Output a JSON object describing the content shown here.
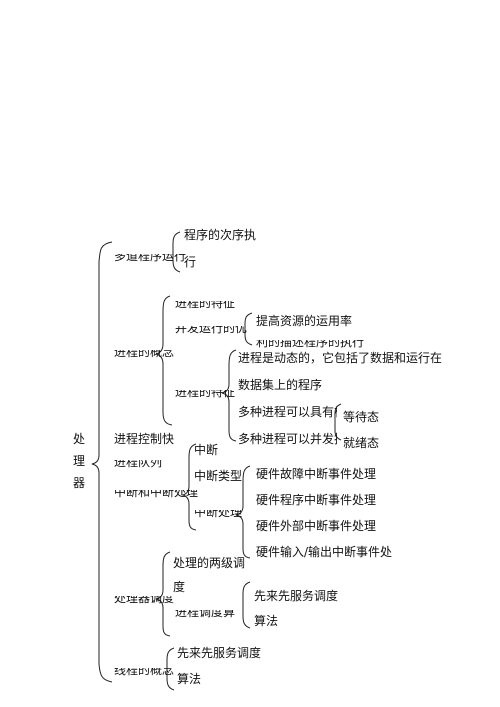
{
  "root_label": "处理器",
  "sections": {
    "program_execution": {
      "label": "多道程序运行",
      "children": [
        "程序的次序执",
        "行"
      ]
    },
    "process_concept": {
      "label": "进程的概念",
      "a_label": "并发运行的优",
      "a_children": [
        "提高资源的运用率",
        "利的描述程序的执行"
      ],
      "b_label": "进程的特征",
      "b_children": [
        "进程是动态的，它包括了数据和运行在",
        "数据集上的程序",
        "多种进程可以具有相同",
        "多种进程可以并发执行"
      ],
      "states": [
        "等待态",
        "就绪态"
      ]
    },
    "pcb": {
      "label": "进程控制快",
      "sub_label": "进程队列"
    },
    "interrupt": {
      "label": "中断和中断处理",
      "items": [
        "中断",
        "中断类型"
      ],
      "handler_label": "中断处理",
      "handler_children": [
        "硬件故障中断事件处理",
        "硬件程序中断事件处理",
        "硬件外部中断事件处理",
        "硬件输入/输出中断事件处"
      ]
    },
    "scheduling": {
      "label": "处理器调度",
      "children": [
        "处理的两级调",
        "度"
      ],
      "algo_label": "进程调度算",
      "algo_children": [
        "先来先服务调度",
        "算法"
      ]
    },
    "thread": {
      "label": "线程的概念",
      "children": [
        "先来先服务调度",
        "算法"
      ]
    }
  }
}
